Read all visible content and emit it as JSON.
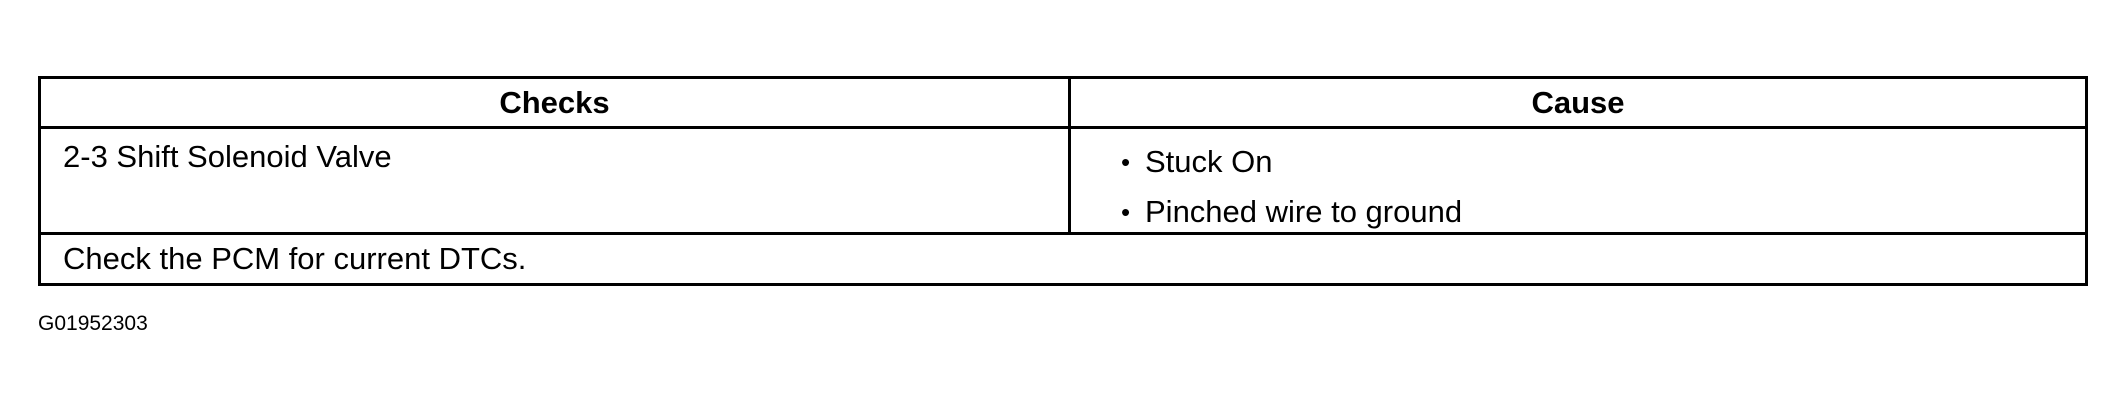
{
  "table": {
    "headers": {
      "checks": "Checks",
      "cause": "Cause"
    },
    "row": {
      "check": "2-3 Shift Solenoid Valve",
      "causes": [
        "Stuck On",
        "Pinched wire to ground"
      ]
    },
    "note": "Check the PCM for current DTCs."
  },
  "figure_id": "G01952303"
}
